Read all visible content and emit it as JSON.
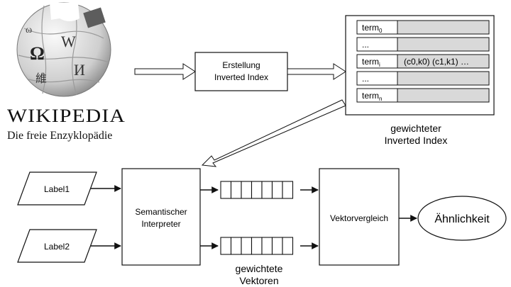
{
  "logo": {
    "wordmark": "WIKIPEDIA",
    "tagline": "Die freie Enzyklopädie",
    "globe_glyphs": [
      "Ω",
      "W",
      "И",
      "維",
      "ω"
    ]
  },
  "process_box": {
    "line1": "Erstellung",
    "line2": "Inverted Index"
  },
  "index_table": {
    "rows": [
      {
        "term": "term",
        "sub": "0",
        "value": ""
      },
      {
        "term": "...",
        "sub": "",
        "value": ""
      },
      {
        "term": "term",
        "sub": "i",
        "value": "(c0,k0) (c1,k1) …"
      },
      {
        "term": "...",
        "sub": "",
        "value": ""
      },
      {
        "term": "term",
        "sub": "n",
        "value": ""
      }
    ],
    "caption_line1": "gewichteter",
    "caption_line2": "Inverted Index"
  },
  "inputs": [
    {
      "label": "Label1"
    },
    {
      "label": "Label2"
    }
  ],
  "interpreter": {
    "line1": "Semantischer",
    "line2": "Interpreter"
  },
  "vectors_caption": {
    "line1": "gewichtete",
    "line2": "Vektoren"
  },
  "comparison": {
    "label": "Vektorvergleich"
  },
  "result": {
    "label": "Ähnlichkeit"
  },
  "colors": {
    "stroke": "#111111",
    "cell_fill": "#d9d9d9",
    "globe_light": "#f2f2f2",
    "globe_dark": "#6e6e6e"
  }
}
